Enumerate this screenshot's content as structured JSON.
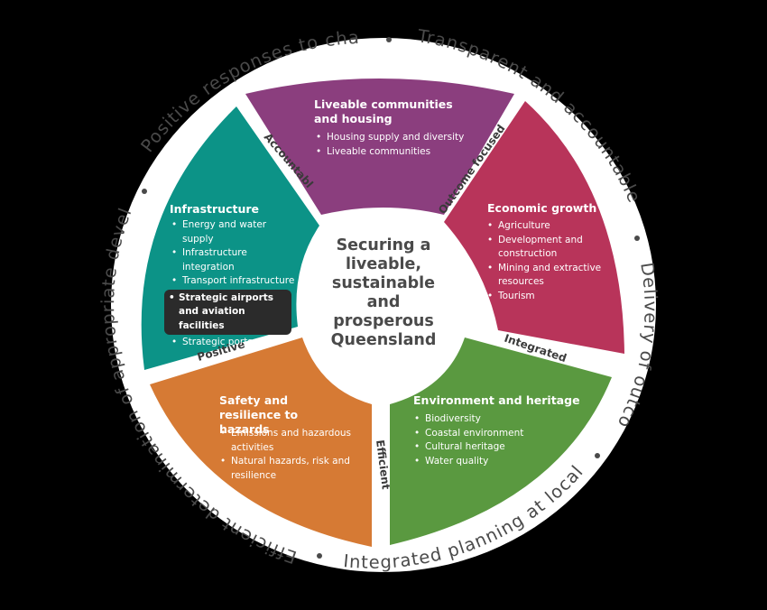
{
  "center": {
    "title": "Securing a liveable, sustainable and prosperous Queensland"
  },
  "colors": {
    "purple": "#8b3e7e",
    "crimson": "#b8345a",
    "green": "#5a9940",
    "orange": "#d67a34",
    "teal": "#0c9387",
    "ring_text": "#4a4a4a"
  },
  "outer_ring": {
    "positive_responses": "Positive responses to change",
    "transparent": "Transparent and accountable plans",
    "delivery": "Delivery of outcomes",
    "integrated_planning": "Integrated planning at local level",
    "efficient_determination": "Efficient determination of appropriate development"
  },
  "dividers": {
    "accountable": "Accountable",
    "outcome_focused": "Outcome focused",
    "integrated": "Integrated",
    "efficient": "Efficient",
    "positive": "Positive"
  },
  "segments": {
    "liveable": {
      "title": "Liveable communities and housing",
      "items": [
        "Housing supply and diversity",
        "Liveable communities"
      ]
    },
    "economic": {
      "title": "Economic growth",
      "items": [
        "Agriculture",
        "Development and construction",
        "Mining and extractive resources",
        "Tourism"
      ]
    },
    "environment": {
      "title": "Environment and heritage",
      "items": [
        "Biodiversity",
        "Coastal environment",
        "Cultural heritage",
        "Water quality"
      ]
    },
    "safety": {
      "title": "Safety and resilience to hazards",
      "items": [
        "Emissions and hazardous activities",
        "Natural hazards, risk and resilience"
      ]
    },
    "infrastructure": {
      "title": "Infrastructure",
      "items": [
        "Energy and water supply",
        "Infrastructure integration",
        "Transport infrastructure",
        "Strategic airports and aviation facilities",
        "Strategic ports"
      ]
    }
  }
}
